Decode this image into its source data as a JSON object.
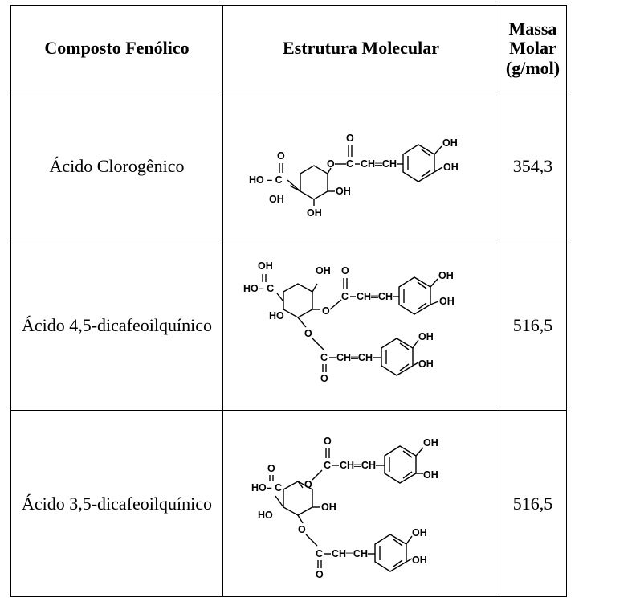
{
  "headers": {
    "compound": "Composto Fenólico",
    "structure": "Estrutura Molecular",
    "mass": "Massa Molar (g/mol)"
  },
  "rows": [
    {
      "compound": "Ácido Clorogênico",
      "molar_mass": "354,3"
    },
    {
      "compound": "Ácido 4,5-dicafeoilquínico",
      "molar_mass": "516,5"
    },
    {
      "compound": "Ácido 3,5-dicafeoilquínico",
      "molar_mass": "516,5"
    }
  ],
  "structure_labels": {
    "o": "O",
    "oh": "OH",
    "ho_minus_c": "HO – C",
    "ho_dash_c": "HO– C",
    "c": "C",
    "ch_ch": "CH═CH",
    "ho": "HO"
  }
}
